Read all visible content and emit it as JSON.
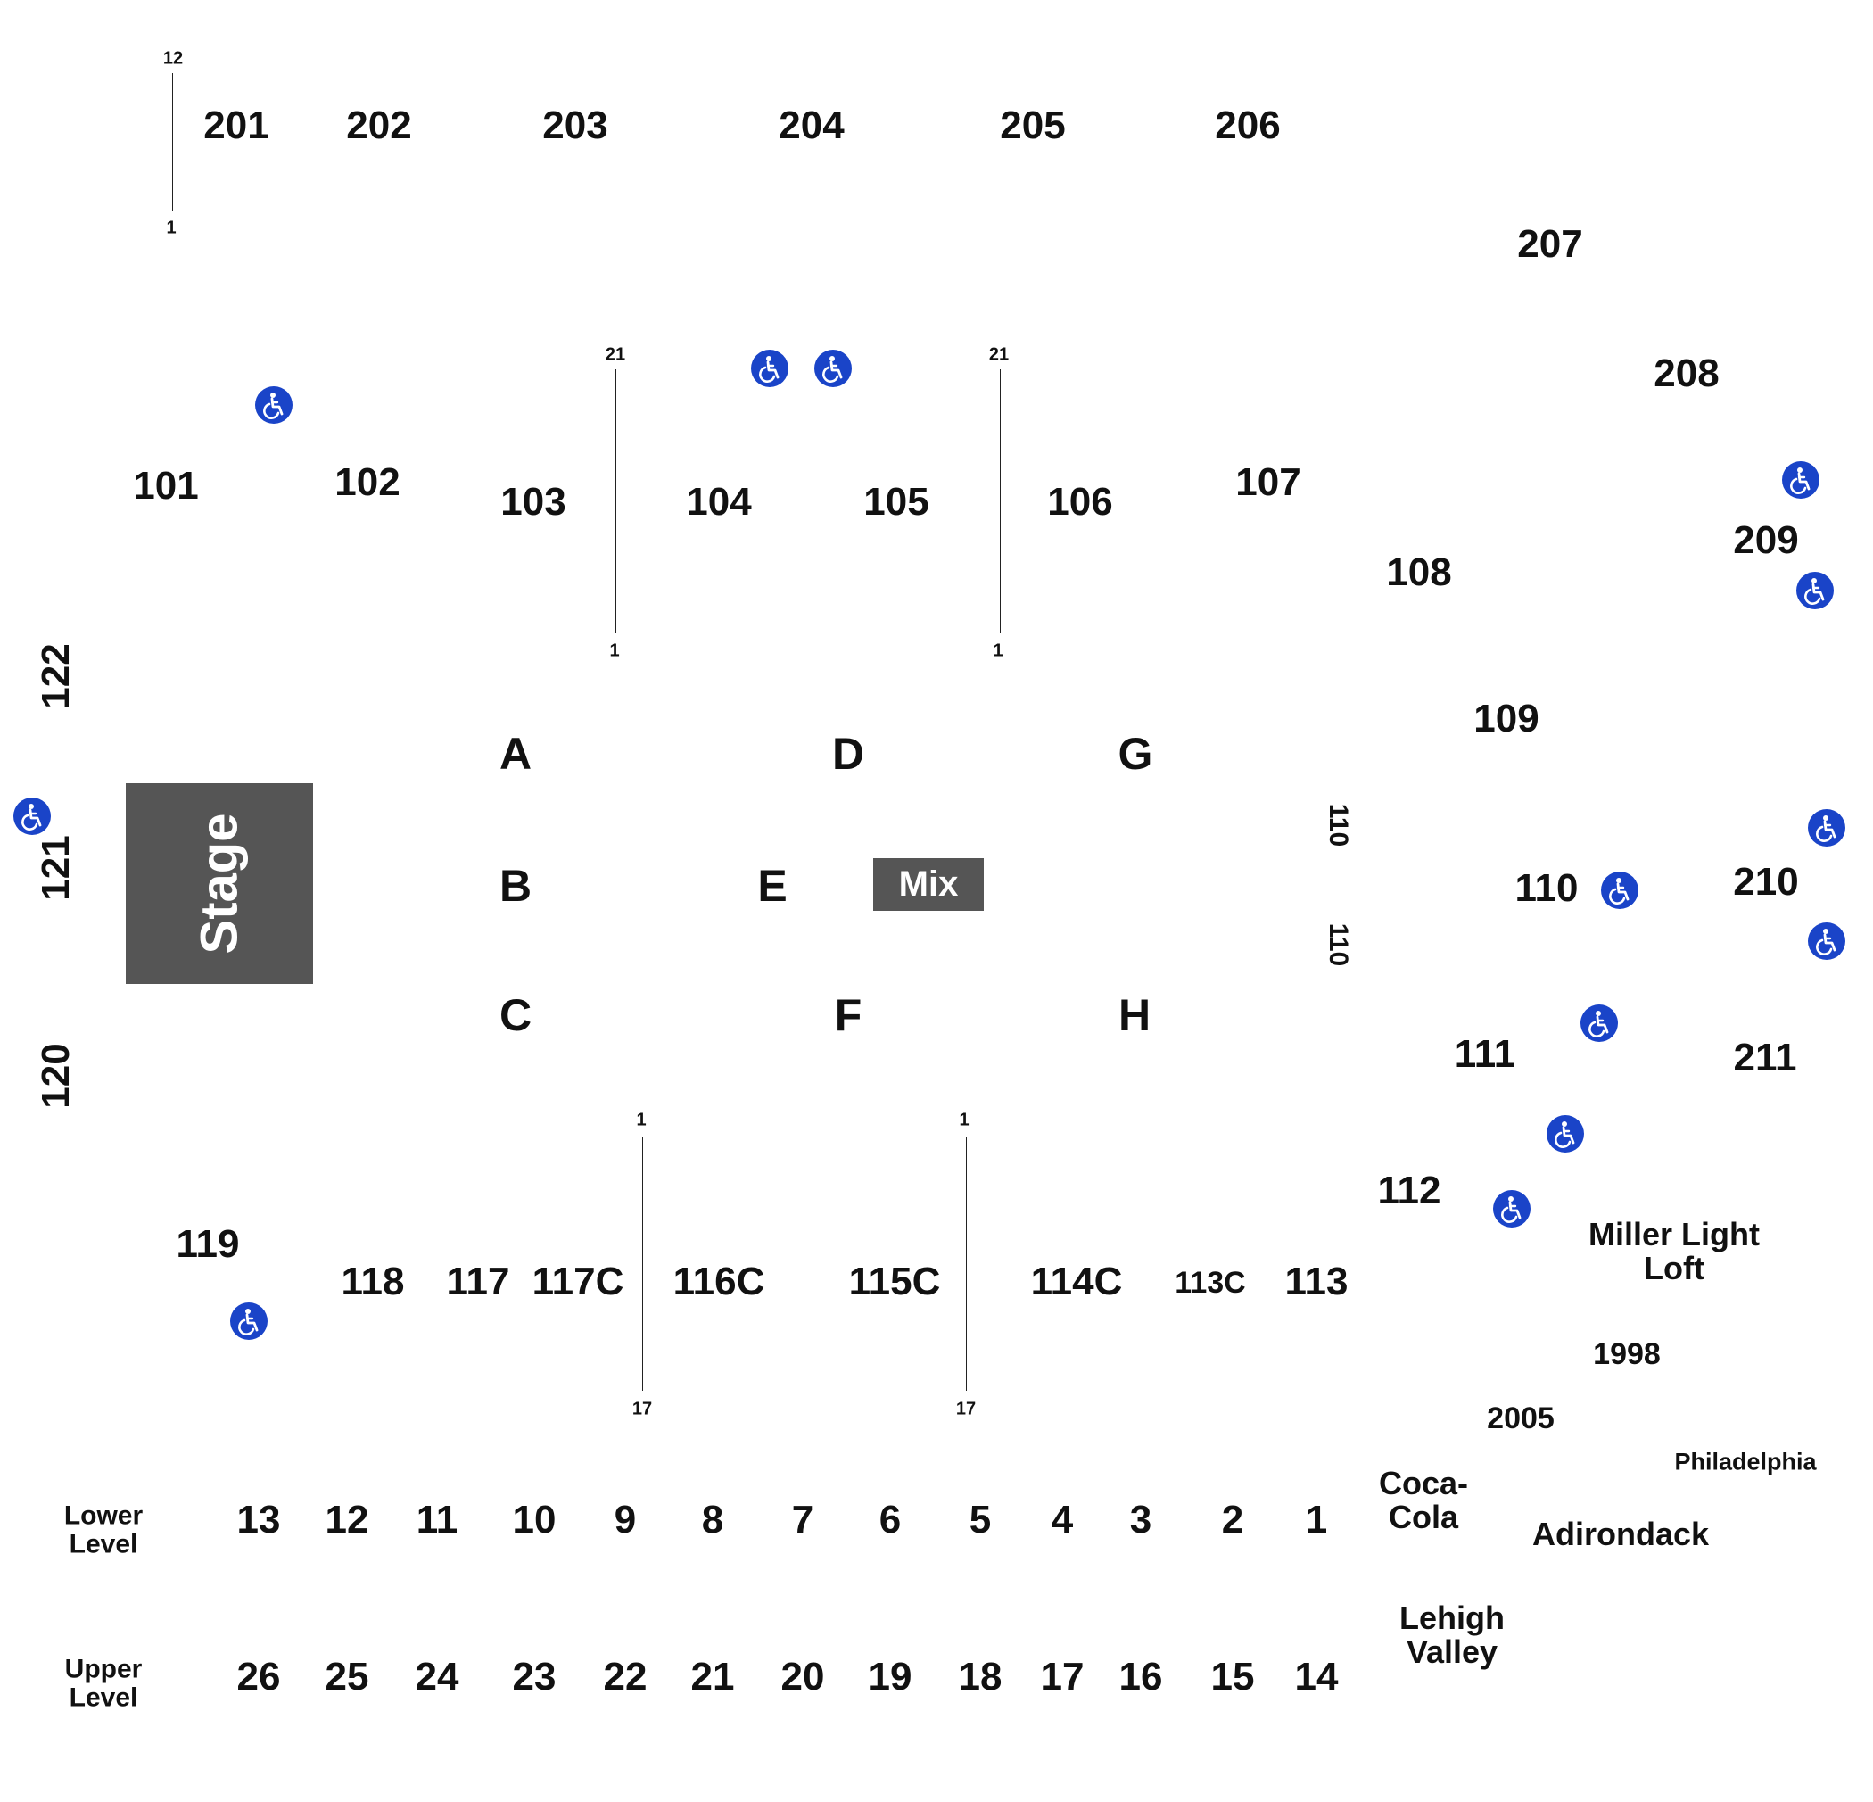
{
  "venue_map": {
    "stage_label": "Stage",
    "mix_label": "Mix",
    "upper_sections": [
      "201",
      "202",
      "203",
      "204",
      "205",
      "206",
      "207",
      "208",
      "209",
      "210",
      "211"
    ],
    "lower_sections": [
      "101",
      "102",
      "103",
      "104",
      "105",
      "106",
      "107",
      "108",
      "109",
      "110",
      "111",
      "112",
      "113",
      "113C",
      "114C",
      "115C",
      "116C",
      "117C",
      "117",
      "118",
      "119",
      "120",
      "121",
      "122"
    ],
    "floor_sections": [
      "A",
      "B",
      "C",
      "D",
      "E",
      "F",
      "G",
      "H"
    ],
    "side_label_110": "110",
    "row_markers": {
      "left_top": "12",
      "left_bottom": "1",
      "top_a": "21",
      "top_a_bottom": "1",
      "top_b": "21",
      "top_b_bottom": "1",
      "bottom_a_top": "1",
      "bottom_a": "17",
      "bottom_b_top": "1",
      "bottom_b": "17"
    },
    "suites": {
      "miller_light_loft": "Miller Light Loft",
      "s1998": "1998",
      "s2005": "2005",
      "philadelphia": "Philadelphia",
      "coca_cola": "Coca-Cola",
      "adirondack": "Adirondack",
      "lehigh_valley": "Lehigh Valley"
    },
    "levels": {
      "lower_label": "Lower Level",
      "upper_label": "Upper Level",
      "lower_boxes": [
        "13",
        "12",
        "11",
        "10",
        "9",
        "8",
        "7",
        "6",
        "5",
        "4",
        "3",
        "2",
        "1"
      ],
      "upper_boxes": [
        "26",
        "25",
        "24",
        "23",
        "22",
        "21",
        "20",
        "19",
        "18",
        "17",
        "16",
        "15",
        "14"
      ]
    },
    "accessibility_icon": "wheelchair-icon",
    "colors": {
      "stage": "#555555",
      "mix": "#555555",
      "accessibility": "#1a44c8",
      "text": "#111111"
    }
  }
}
